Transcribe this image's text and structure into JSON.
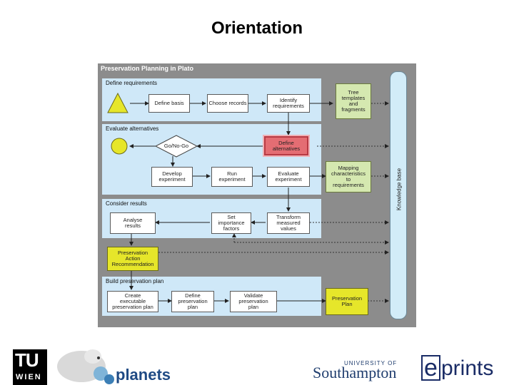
{
  "slide": {
    "title": "Orientation"
  },
  "diagram": {
    "panel_title": "Preservation Planning in Plato",
    "groups": {
      "define": "Define requirements",
      "evaluate": "Evaluate alternatives",
      "consider": "Consider results",
      "build": "Build preservation plan"
    },
    "nodes": {
      "define_basis": "Define basis",
      "choose_records": "Choose records",
      "identify_requirements": "Identify\nrequirements",
      "go_nogo": "Go/No-Go",
      "define_alternatives": "Define\nalternatives",
      "develop_experiment": "Develop\nexperiment",
      "run_experiment": "Run\nexperiment",
      "evaluate_experiment": "Evaluate\nexperiment",
      "analyse_results": "Analyse\nresults",
      "set_importance": "Set\nimportance\nfactors",
      "transform_values": "Transform\nmeasured\nvalues",
      "recommendation": "Preservation\nAction\nRecommendation",
      "create_plan": "Create\nexecutable\npreservation plan",
      "define_plan": "Define\npreservation\nplan",
      "validate_plan": "Validate\npreservation\nplan",
      "tree_templates": "Tree\ntemplates\nand\nfragments",
      "mapping": "Mapping\ncharacteristics\nto\nrequirements",
      "preservation_plan": "Preservation\nPlan",
      "knowledge_base": "Knowledge base"
    }
  },
  "logos": {
    "tu_wien_top": "TU",
    "tu_wien_bottom": "WIEN",
    "planets": "planets",
    "southampton_small": "UNIVERSITY OF",
    "southampton": "Southampton",
    "eprints_e": "e",
    "eprints_rest": "prints"
  },
  "colors": {
    "panel_bg": "#8c8c8c",
    "group_bg": "#cfe8f8",
    "highlight": "#e46d73",
    "yellow": "#e6e62a",
    "green": "#d5e8b0"
  }
}
